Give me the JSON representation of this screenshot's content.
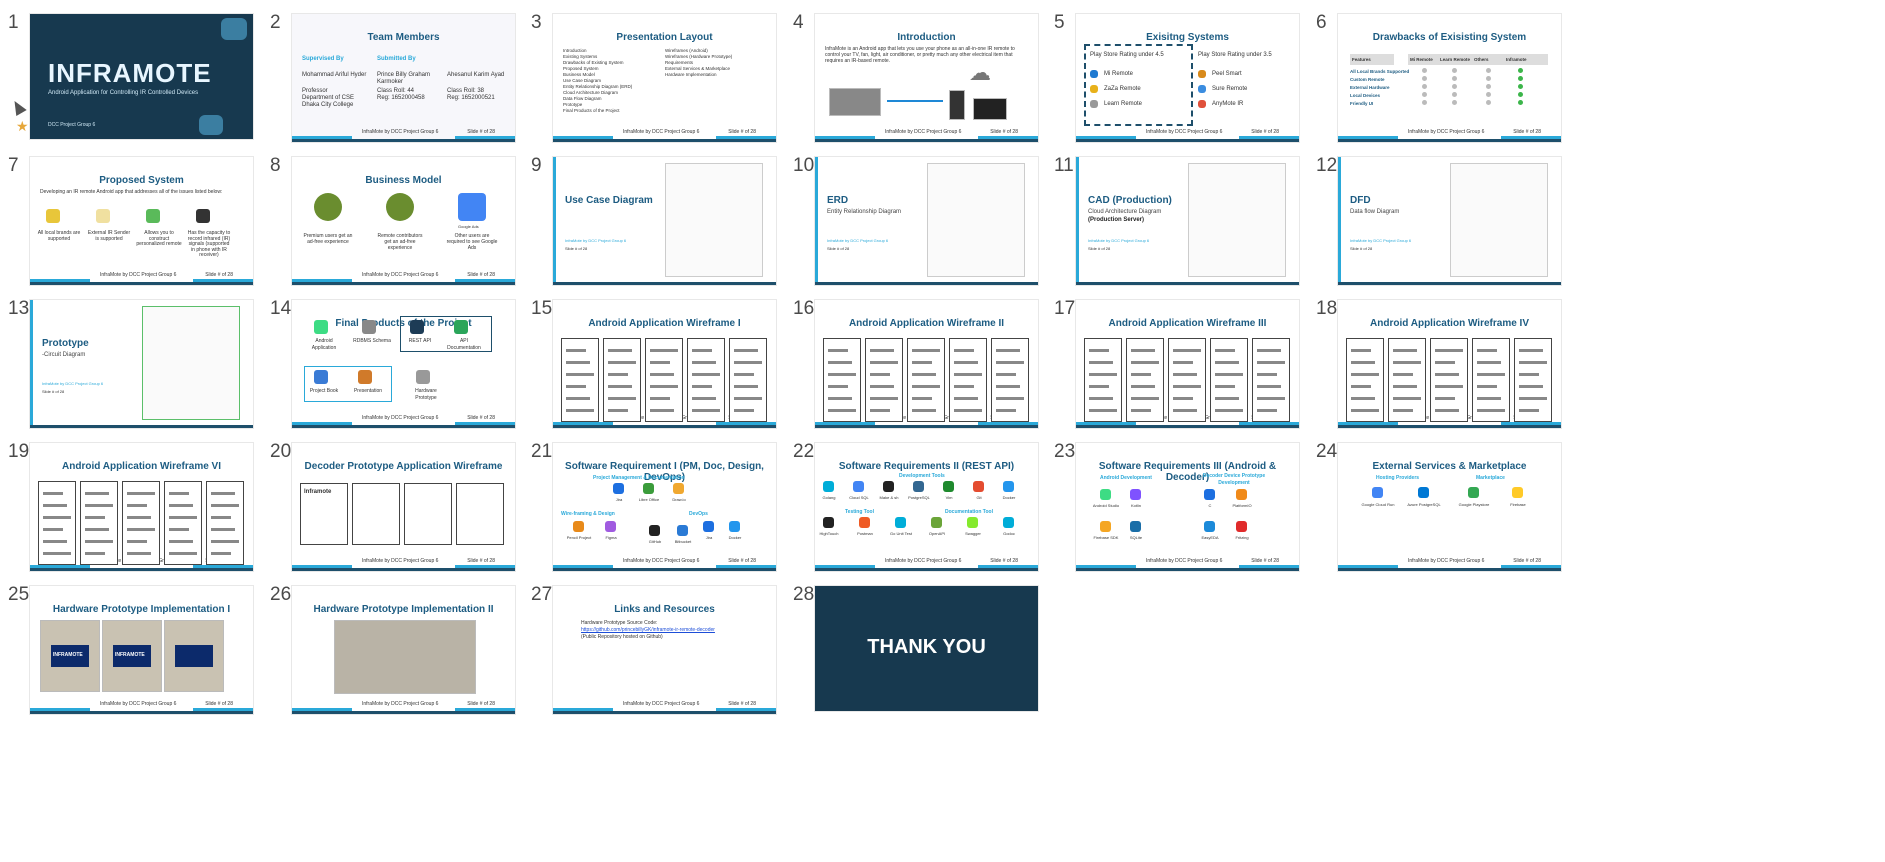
{
  "slides": [
    {
      "n": "1",
      "title": "INFRAMOTE",
      "subtitle": "Android Application for Controlling IR Controlled Devices",
      "footer": "DCC Project Group 6"
    },
    {
      "n": "2",
      "title": "Team Members",
      "supervised": "Supervised By",
      "submitted": "Submitted By",
      "sup_name": "Mohammad Ariful Hyder",
      "sup_role": "Professor",
      "sup_dept": "Department of CSE",
      "sup_org": "Dhaka City College",
      "m1": "Prince Billy Graham Karmoker",
      "m1_roll": "Class Roll: 44",
      "m1_reg": "Reg: 1652000458",
      "m2": "Ahesanul Karim Ayad",
      "m2_roll": "Class Roll: 38",
      "m2_reg": "Reg: 1652000521"
    },
    {
      "n": "3",
      "title": "Presentation Layout",
      "left": [
        "Introduction",
        "Existing Systems",
        "Drawbacks of Existing System",
        "Proposed System",
        "Business Model",
        "Use Case Diagram",
        "Entity Relationship Diagram (ERD)",
        "Cloud Architecture Diagram",
        "Data Flow Diagram",
        "Prototype",
        "Final Products of the Project"
      ],
      "right": [
        "Wireframes (Android)",
        "Wireframes (Hardware Prototype)",
        "Requirements",
        "External Services & Marketplace",
        "Hardware Implementation"
      ]
    },
    {
      "n": "4",
      "title": "Introduction",
      "body": "InfraMote is an Android app that lets you use your phone as an all-in-one IR remote to control your TV, fan, light, air conditioner, or pretty much any other electrical item that requires an IR-based remote."
    },
    {
      "n": "5",
      "title": "Exisitng Systems",
      "left_head": "Play Store Rating under 4.5",
      "right_head": "Play Store Rating under 3.5",
      "left": [
        "Mi Remote",
        "ZaZa Remote",
        "Learn Remote"
      ],
      "right": [
        "Peel Smart",
        "Sure Remote",
        "AnyMote IR"
      ]
    },
    {
      "n": "6",
      "title": "Drawbacks of Exisisting System",
      "cols": [
        "Features",
        "Mi Remote",
        "Learn Remote",
        "Others",
        "Inframote"
      ],
      "rows": [
        "All Local Brands Supported",
        "Custom Remote",
        "External Hardware",
        "Local Devices",
        "Friendly UI"
      ]
    },
    {
      "n": "7",
      "title": "Proposed System",
      "body": "Developing an IR remote Android app that addresses all of the issues listed below:",
      "items": [
        "All local brands are supported",
        "External IR Sender is supported",
        "Allows you to construct personalized remote",
        "Has the capacity to record infrared (IR) signals (supported in phone with IR receiver)"
      ]
    },
    {
      "n": "8",
      "title": "Business Model",
      "items": [
        "Premium users get an ad-free experience",
        "Remote contributors get an ad-free experience",
        "Other users are required to see Google Ads"
      ],
      "brand": "Google Ads"
    },
    {
      "n": "9",
      "title": "Use Case Diagram"
    },
    {
      "n": "10",
      "title": "ERD",
      "subtitle": "Entity Relationship Diagram"
    },
    {
      "n": "11",
      "title": "CAD (Production)",
      "subtitle": "Cloud Architecture Diagram",
      "subtitle2": "(Production Server)"
    },
    {
      "n": "12",
      "title": "DFD",
      "subtitle": "Data flow Diagram"
    },
    {
      "n": "13",
      "title": "Prototype",
      "subtitle": "-Circuit Diagram"
    },
    {
      "n": "14",
      "title": "Final Products of the Project",
      "items": [
        "Android Application",
        "RDBMS Schema",
        "REST API",
        "API Documentation",
        "Project Book",
        "Presentation",
        "Hardware Prototype"
      ]
    },
    {
      "n": "15",
      "title": "Android Application Wireframe I"
    },
    {
      "n": "16",
      "title": "Android Application Wireframe II"
    },
    {
      "n": "17",
      "title": "Android Application Wireframe III"
    },
    {
      "n": "18",
      "title": "Android Application Wireframe IV"
    },
    {
      "n": "19",
      "title": "Android Application Wireframe VI"
    },
    {
      "n": "20",
      "title": "Decoder Prototype Application Wireframe",
      "label": "Inframote"
    },
    {
      "n": "21",
      "title": "Software Requirement I (PM, Doc, Design, DevOps)",
      "pm": "Project Management & Documentation",
      "design": "Wire-framing & Design",
      "devops": "DevOps",
      "items": [
        "Jira",
        "Libre Office",
        "Draw.io",
        "Pencil Project",
        "Figma",
        "GitHub",
        "Bitbucket",
        "Jira",
        "Docker"
      ]
    },
    {
      "n": "22",
      "title": "Software Requirements II (REST API)",
      "dev": "Development Tools",
      "test": "Testing Tool",
      "doc": "Documentation Tool",
      "items": [
        "Golang",
        "Cloud SQL",
        "Make & sh",
        "PostgreSQL",
        "Vim",
        "Git",
        "Docker",
        "HighTouch",
        "Postman",
        "Go Unit Test",
        "OpenAPI",
        "Swagger",
        "Godoc"
      ]
    },
    {
      "n": "23",
      "title": "Software Requirements III (Android & Decoder)",
      "android": "Android Development",
      "decoder": "Decoder Device Prototype Development",
      "items": [
        "Android Studio",
        "Kotlin",
        "Firebase SDK",
        "SQLite",
        "C",
        "PlatformIO",
        "EasyEDA",
        "Fritzing"
      ]
    },
    {
      "n": "24",
      "title": "External Services & Marketplace",
      "hosting": "Hosting Providers",
      "market": "Marketplace",
      "items": [
        "Google Cloud Run",
        "Azure PostgreSQL",
        "Google Playstore",
        "Firebase"
      ]
    },
    {
      "n": "25",
      "title": "Hardware Prototype Implementation I",
      "screen": "INFRAMOTE"
    },
    {
      "n": "26",
      "title": "Hardware Prototype Implementation II"
    },
    {
      "n": "27",
      "title": "Links and Resources",
      "line1": "Hardware Prototype Source Code:",
      "link": "https://github.com/princebillyGK/inframote-ir-remote-decoder",
      "line2": "(Public Repository hosted on Github)"
    },
    {
      "n": "28",
      "title": "THANK YOU"
    }
  ],
  "footer_left": "InfraMote by DCC Project Group 6",
  "footer_right": "Slide # of 28",
  "colors": {
    "accent": "#2aa9d9",
    "title": "#1d5c82",
    "dark": "#17394f"
  }
}
